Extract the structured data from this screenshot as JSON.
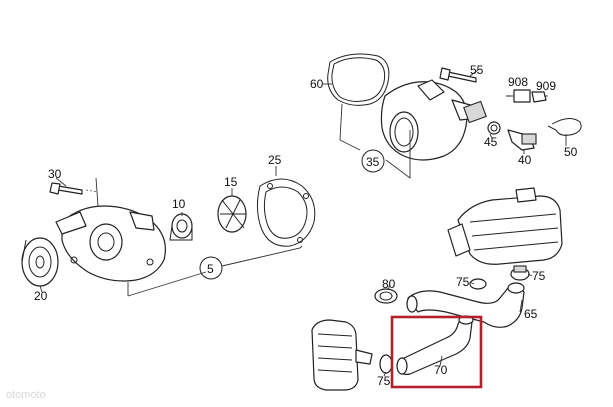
{
  "callouts": {
    "p5": "5",
    "p10": "10",
    "p15": "15",
    "p20": "20",
    "p25": "25",
    "p30": "30",
    "p35": "35",
    "p40": "40",
    "p45": "45",
    "p50": "50",
    "p55": "55",
    "p60": "60",
    "p65": "65",
    "p70": "70",
    "p75a": "75",
    "p75b": "75",
    "p75c": "75",
    "p80": "80",
    "p908": "908",
    "p909": "909"
  },
  "highlight": {
    "part": "70",
    "color": "#b3212c"
  },
  "watermark": "otomoto"
}
